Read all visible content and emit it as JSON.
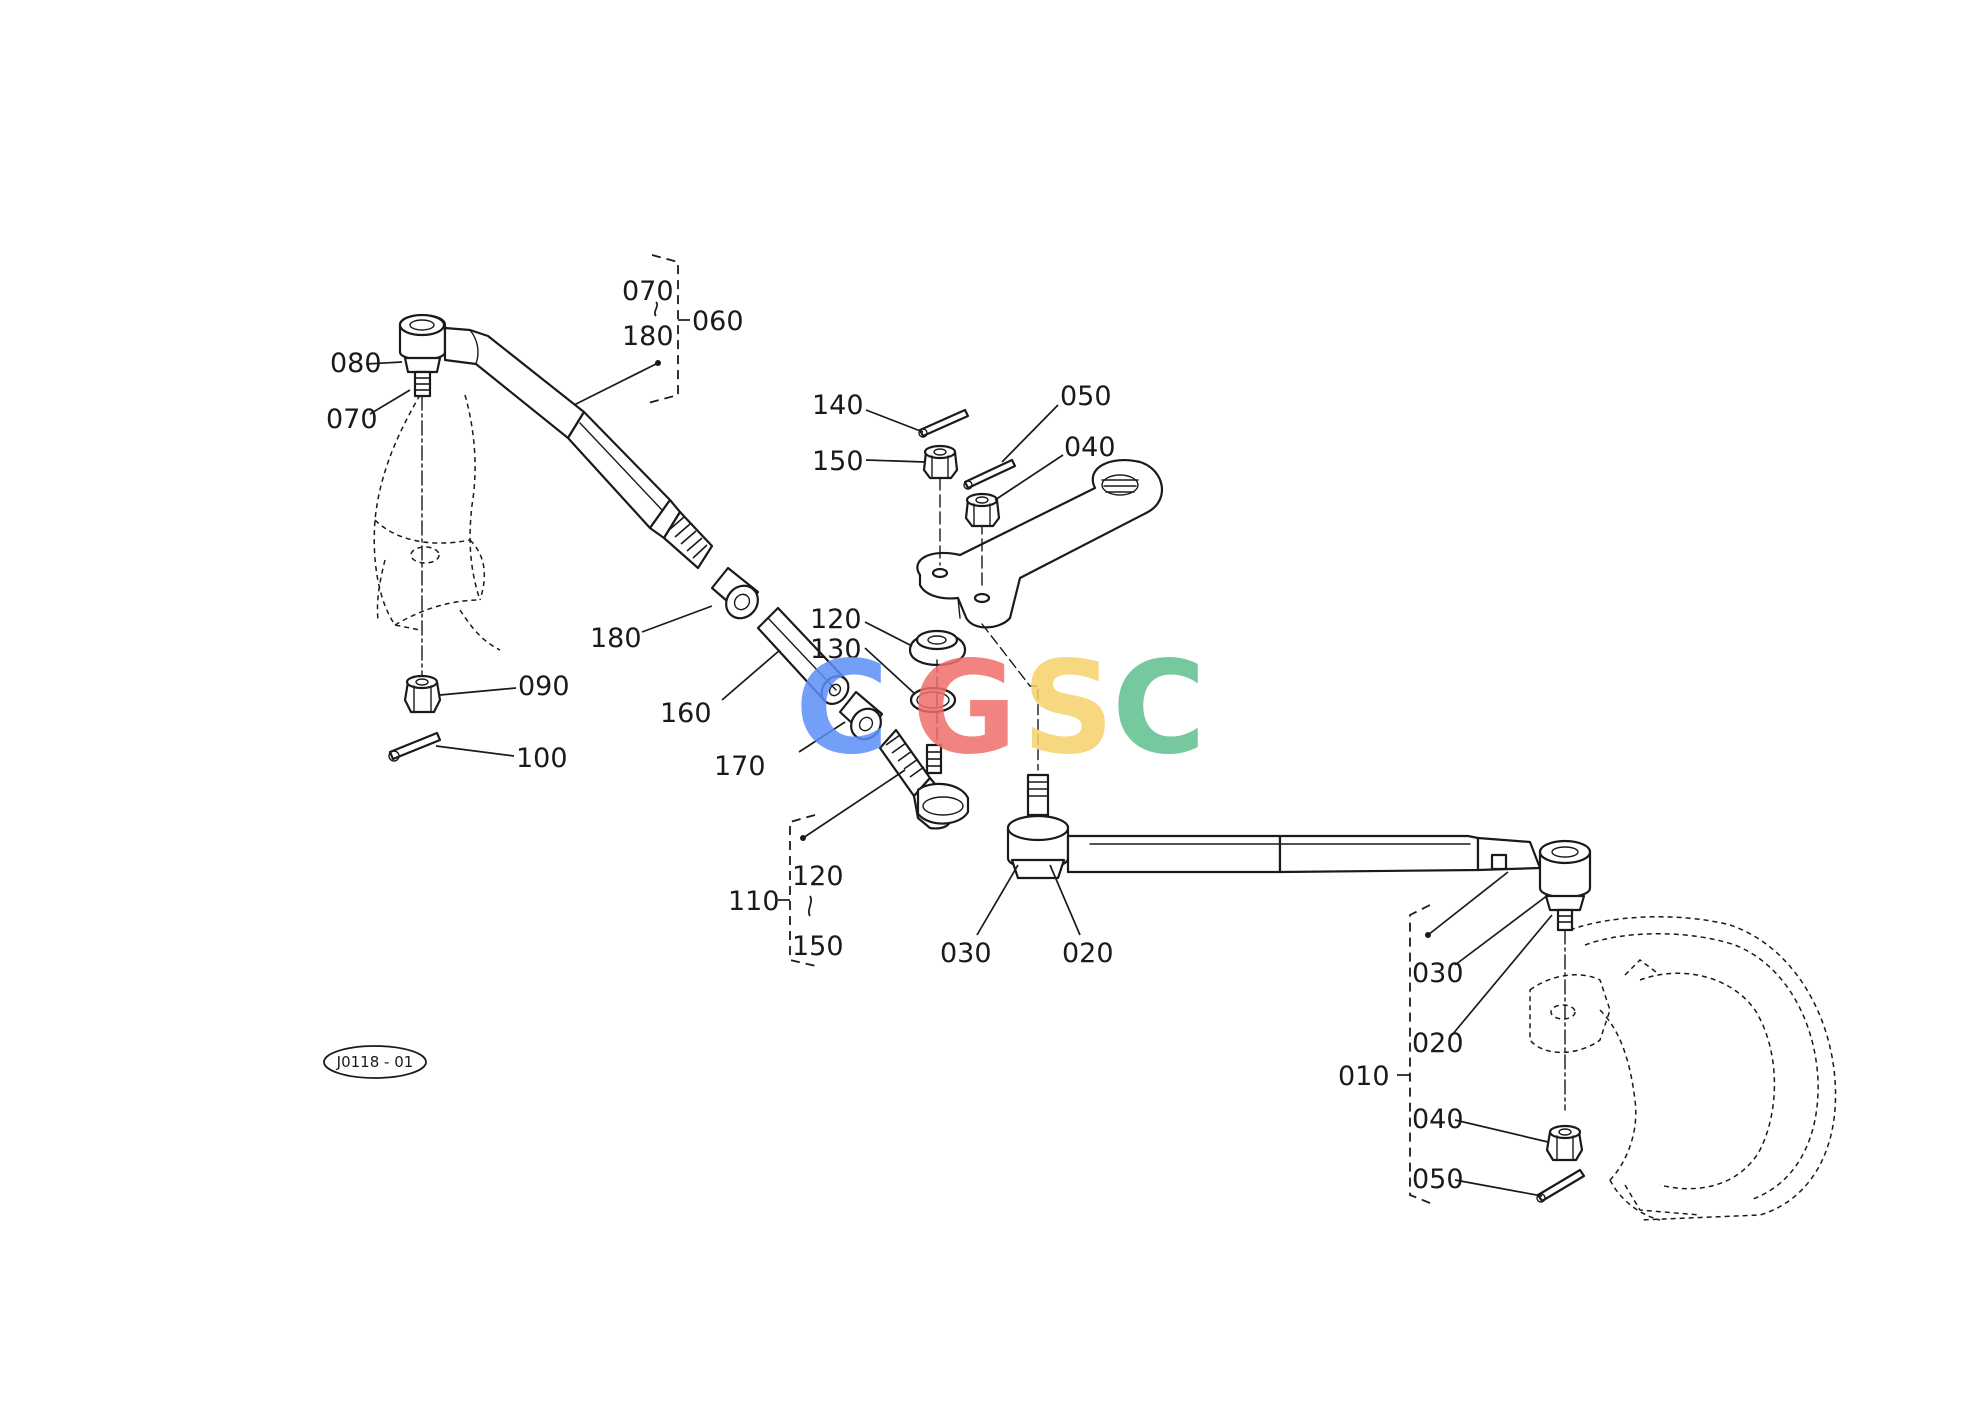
{
  "diagram": {
    "code": "J0118 - 01",
    "watermark": {
      "letters": [
        "C",
        "G",
        "S",
        "C"
      ],
      "colors": [
        "#5b8ff9",
        "#ef6f6c",
        "#f6d26b",
        "#5fbf8f"
      ]
    },
    "labels": {
      "g070": "070",
      "g180": "180",
      "g060": "060",
      "l080": "080",
      "l070": "070",
      "l180": "180",
      "l160": "160",
      "l170": "170",
      "l090": "090",
      "l100": "100",
      "l140": "140",
      "l150": "150",
      "l050_top": "050",
      "l040_top": "040",
      "l120": "120",
      "l130": "130",
      "l110": "110",
      "g120": "120",
      "g150": "150",
      "l030_mid": "030",
      "l020_mid": "020",
      "l030_right": "030",
      "l020_right": "020",
      "l010": "010",
      "l040_right": "040",
      "l050_right": "050"
    }
  }
}
